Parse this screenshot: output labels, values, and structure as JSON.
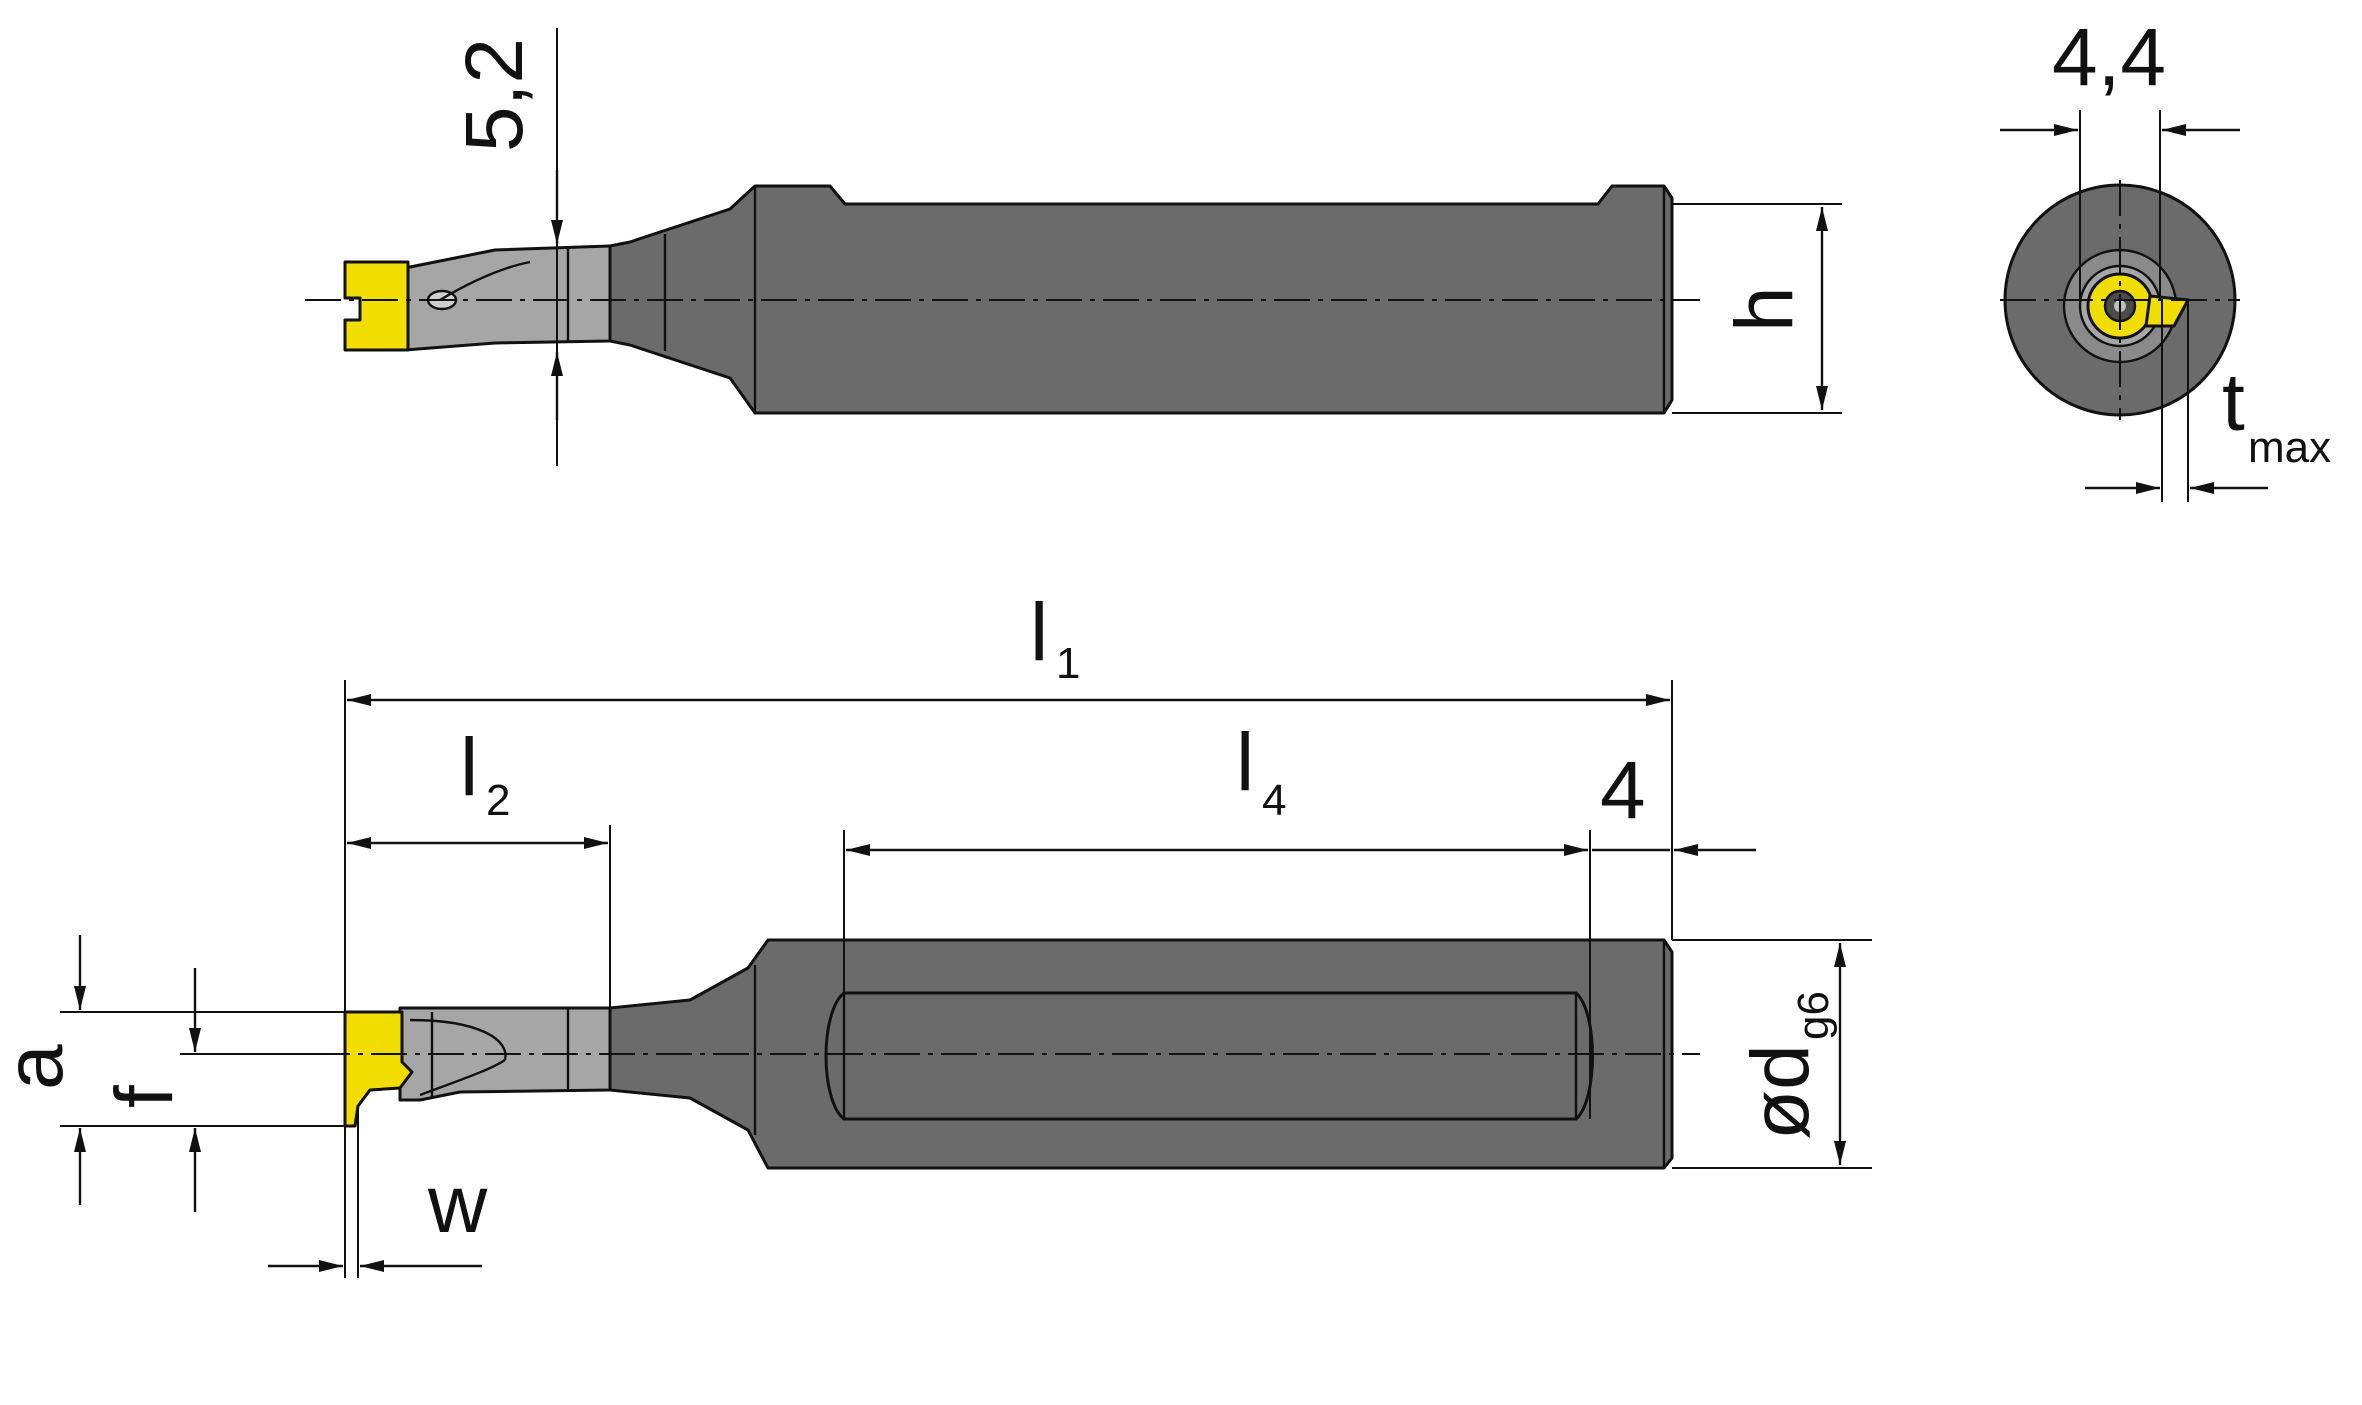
{
  "colors": {
    "background": "#ffffff",
    "tool_body": "#6b6b6b",
    "tool_neck": "#a6a6a6",
    "insert": "#f2dd00",
    "line": "#111111"
  },
  "labels": {
    "dim_5_2": "5,2",
    "dim_h": "h",
    "dim_4_4": "4,4",
    "dim_t_main": "t",
    "dim_t_sub": "max",
    "dim_l1_main": "l",
    "dim_l1_sub": "1",
    "dim_l2_main": "l",
    "dim_l2_sub": "2",
    "dim_l4_main": "l",
    "dim_l4_sub": "4",
    "dim_4": "4",
    "dim_a": "a",
    "dim_f": "f",
    "dim_w": "w",
    "dim_d_main": "ød",
    "dim_d_sub": "g6"
  }
}
